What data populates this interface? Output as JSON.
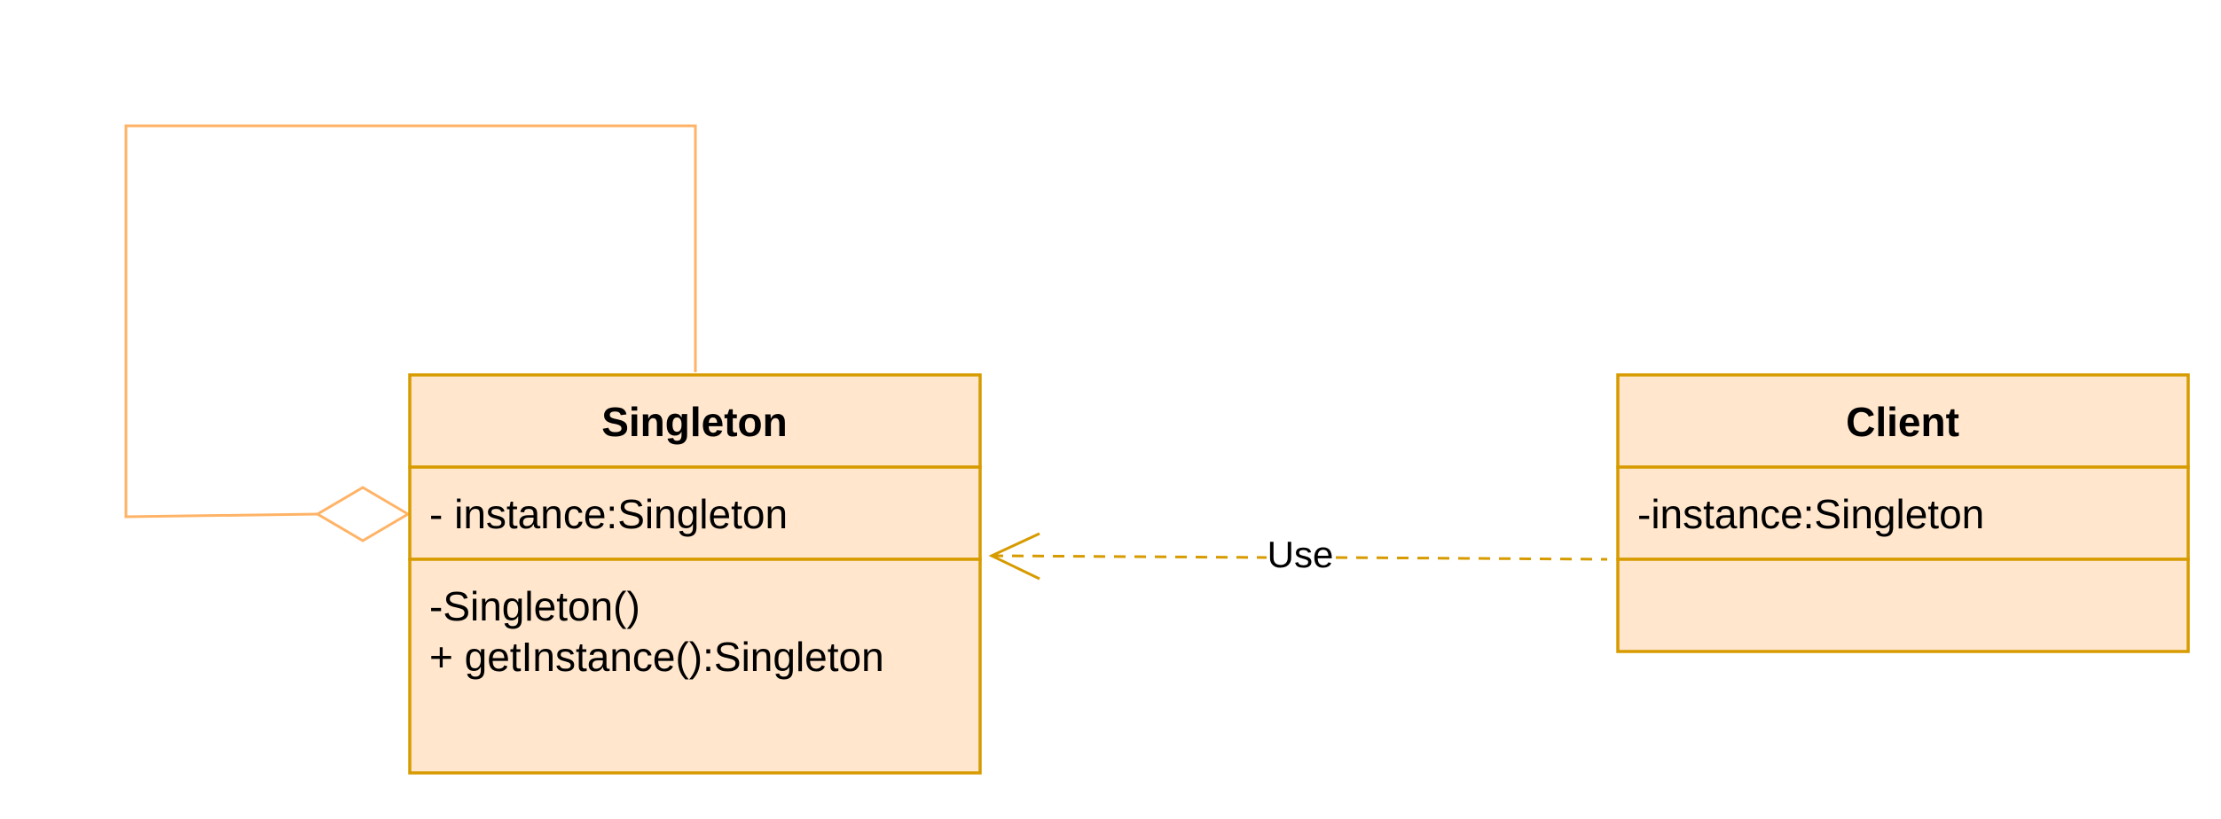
{
  "colors": {
    "class_fill": "#ffe6cc",
    "class_stroke": "#d79b00",
    "aggregation_stroke": "#ffb366",
    "dependency_stroke": "#d79b00",
    "text": "#000000"
  },
  "classes": [
    {
      "id": "singleton",
      "name": "Singleton",
      "attributes": [
        "- instance:Singleton"
      ],
      "operations": [
        "-Singleton()",
        "+ getInstance():Singleton"
      ]
    },
    {
      "id": "client",
      "name": "Client",
      "attributes": [
        "-instance:Singleton"
      ],
      "operations": []
    }
  ],
  "relations": [
    {
      "type": "aggregation",
      "from": "singleton",
      "to": "singleton",
      "label": ""
    },
    {
      "type": "dependency",
      "from": "client",
      "to": "singleton",
      "label": "Use"
    }
  ]
}
